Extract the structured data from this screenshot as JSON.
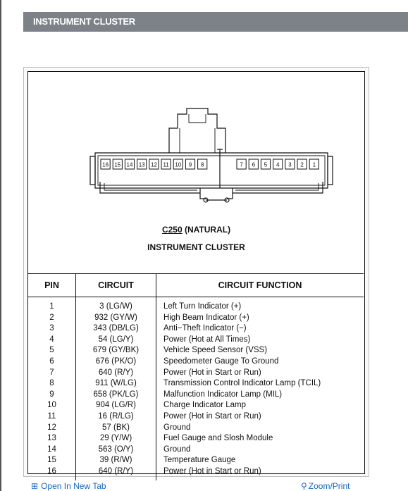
{
  "section": {
    "title": "INSTRUMENT CLUSTER"
  },
  "diagram": {
    "pin_numbers": [
      "16",
      "15",
      "14",
      "13",
      "12",
      "11",
      "10",
      "9",
      "8",
      "7",
      "6",
      "5",
      "4",
      "3",
      "2",
      "1"
    ],
    "connector_code": "C250",
    "connector_color": "(NATURAL)",
    "connector_name": "INSTRUMENT CLUSTER"
  },
  "table": {
    "headers": [
      "PIN",
      "CIRCUIT",
      "CIRCUIT FUNCTION"
    ],
    "rows": [
      [
        "1",
        "3 (LG/W)",
        "Left Turn Indicator (+)"
      ],
      [
        "2",
        "932 (GY/W)",
        "High Beam Indicator (+)"
      ],
      [
        "3",
        "343 (DB/LG)",
        "Anti−Theft Indicator (−)"
      ],
      [
        "4",
        "54 (LG/Y)",
        "Power (Hot at All Times)"
      ],
      [
        "5",
        "679 (GY/BK)",
        "Vehicle Speed Sensor (VSS)"
      ],
      [
        "6",
        "676 (PK/O)",
        "Speedometer Gauge To Ground"
      ],
      [
        "7",
        "640 (R/Y)",
        "Power (Hot in Start or Run)"
      ],
      [
        "8",
        "911 (W/LG)",
        "Transmission Control Indicator Lamp (TCIL)"
      ],
      [
        "9",
        "658 (PK/LG)",
        "Malfunction Indicator Lamp (MIL)"
      ],
      [
        "10",
        "904 (LG/R)",
        "Charge Indicator Lamp"
      ],
      [
        "11",
        "16 (R/LG)",
        "Power (Hot in Start or Run)"
      ],
      [
        "12",
        "57 (BK)",
        "Ground"
      ],
      [
        "13",
        "29 (Y/W)",
        "Fuel Gauge and Slosh Module"
      ],
      [
        "14",
        "563 (O/Y)",
        "Ground"
      ],
      [
        "15",
        "39 (R/W)",
        "Temperature Gauge"
      ],
      [
        "16",
        "640 (R/Y)",
        "Power (Hot in Start or Run)"
      ]
    ]
  },
  "footer": {
    "open_label": "Open In New Tab",
    "zoom_label": "Zoom/Print"
  },
  "icons": {
    "open": "external-window-icon",
    "zoom": "magnifier-icon"
  },
  "colors": {
    "header_bg": "#7d8188",
    "link": "#1565c0"
  }
}
